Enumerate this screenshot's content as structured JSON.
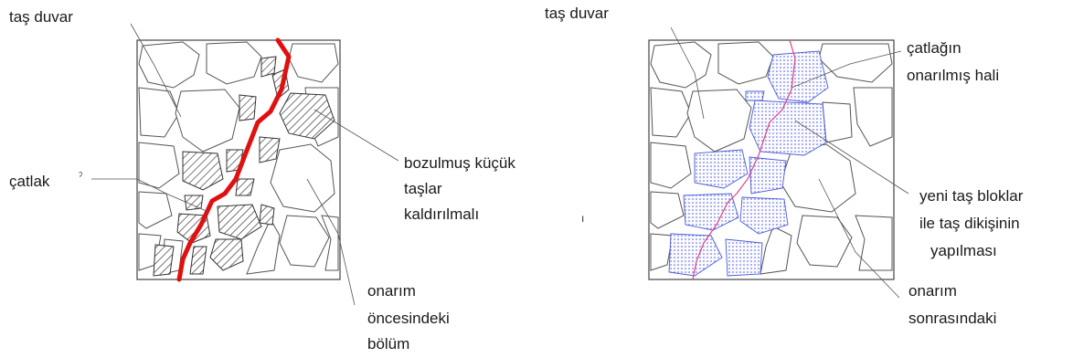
{
  "left_panel": {
    "wall_label": "taş duvar",
    "crack_label": "çatlak",
    "damaged_label": [
      "bozulmuş küçük",
      "taşlar",
      "kaldırılmalı"
    ],
    "section_label": [
      "onarım",
      "öncesindeki",
      "bölüm"
    ]
  },
  "right_panel": {
    "wall_label": "taş duvar",
    "repaired_crack_label": [
      "çatlağın",
      "onarılmış hali"
    ],
    "new_blocks_label": [
      "yeni taş bloklar",
      "ile taş dikişinin",
      "yapılması"
    ],
    "section_label": [
      "onarım",
      "sonrasındaki"
    ]
  },
  "colors": {
    "crack_before": "#e01010",
    "crack_after": "#e0408a",
    "new_block_dots": "#4a5bd8",
    "outline": "#444444"
  },
  "stray_marks": {
    "left_tick": "ˀ",
    "center_tick": "ı"
  }
}
